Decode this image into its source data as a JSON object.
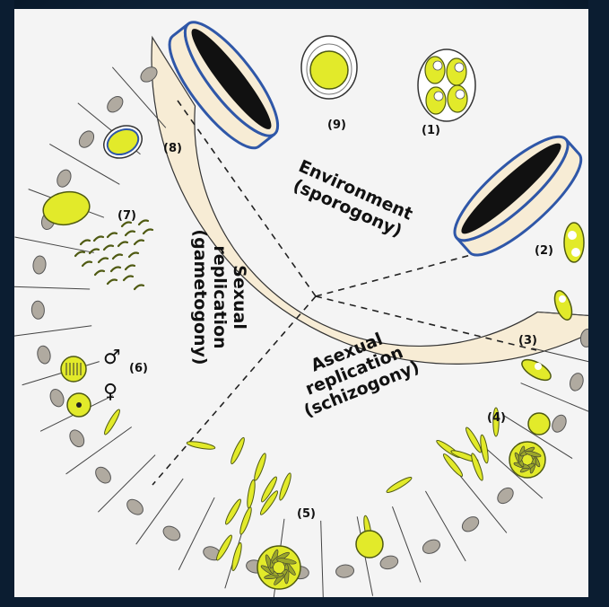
{
  "diagram": {
    "stages": {
      "s1": "(1)",
      "s2": "(2)",
      "s3": "(3)",
      "s4": "(4)",
      "s5": "(5)",
      "s6": "(6)",
      "s7": "(7)",
      "s8": "(8)",
      "s9": "(9)"
    },
    "sections": {
      "environment_line1": "Environment",
      "environment_line2": "(sporogony)",
      "asexual_line1": "Asexual",
      "asexual_line2": "replication",
      "asexual_line3": "(schizogony)",
      "sexual_line1": "Sexual",
      "sexual_line2": "replication",
      "sexual_line3": "(gametogony)"
    },
    "symbols": {
      "male": "♂",
      "female": "♀"
    },
    "colors": {
      "background": "#0d2138",
      "panel": "#f4f4f4",
      "cell": "#f7ecd5",
      "nucleus": "#b0aaa0",
      "parasite": "#e2ea2a",
      "parasite_outline": "#4f5a12",
      "oocyst_wall": "#2f57a8",
      "dashed_divider": "#222222"
    }
  }
}
